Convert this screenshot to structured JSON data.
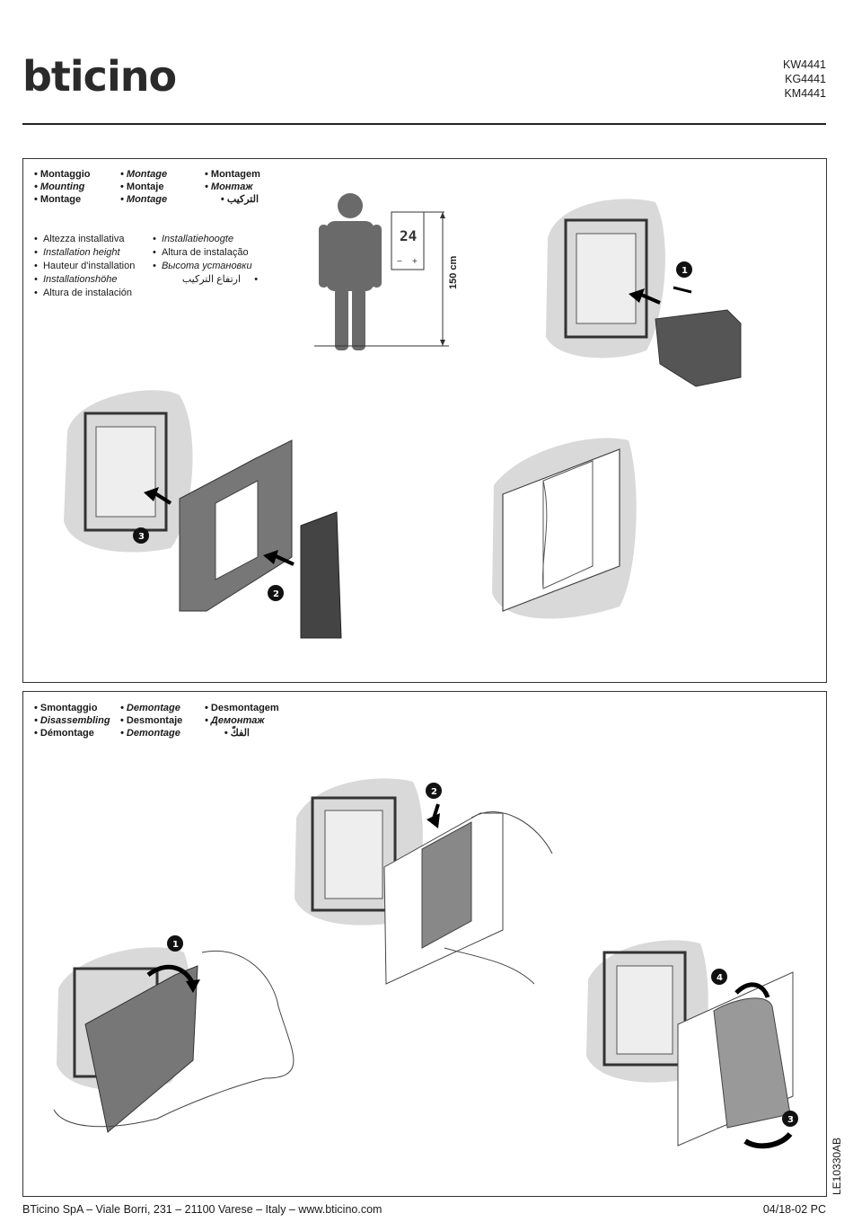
{
  "header": {
    "brand": "bticino",
    "codes": [
      "KW4441",
      "KG4441",
      "KM4441"
    ]
  },
  "mounting": {
    "col1": [
      "• Montaggio",
      "• Mounting",
      "• Montage"
    ],
    "col2": [
      "• Montage",
      "• Montaje",
      "• Montage"
    ],
    "col3": [
      "• Montagem",
      "• Монтаж",
      "• التركيب"
    ],
    "height_col1": [
      "Altezza installativa",
      "Installation height",
      "Hauteur d'installation",
      "Installationshöhe",
      "Altura de instalación"
    ],
    "height_col2": [
      "Installatiehoogte",
      "Altura de instalação",
      "Высота установки",
      "ارتفاع التركيب"
    ],
    "height_value": "150 cm",
    "display_reading": "24",
    "minus": "−",
    "plus": "+",
    "steps": [
      "1",
      "2",
      "3"
    ]
  },
  "dismounting": {
    "col1": [
      "• Smontaggio",
      "• Disassembling",
      "• Démontage"
    ],
    "col2": [
      "• Demontage",
      "• Desmontaje",
      "• Demontage"
    ],
    "col3": [
      "• Desmontagem",
      "• Демонтаж",
      "• الفكّ"
    ],
    "steps": [
      "1",
      "2",
      "3",
      "4"
    ]
  },
  "footer": {
    "address": "BTicino SpA – Viale Borri, 231 – 21100 Varese – Italy – www.bticino.com",
    "date": "04/18-02 PC",
    "doc_code": "LE10330AB"
  },
  "colors": {
    "frame_gray": "#d9d9d9",
    "plate_dark": "#555555",
    "text": "#1a1a1a"
  }
}
